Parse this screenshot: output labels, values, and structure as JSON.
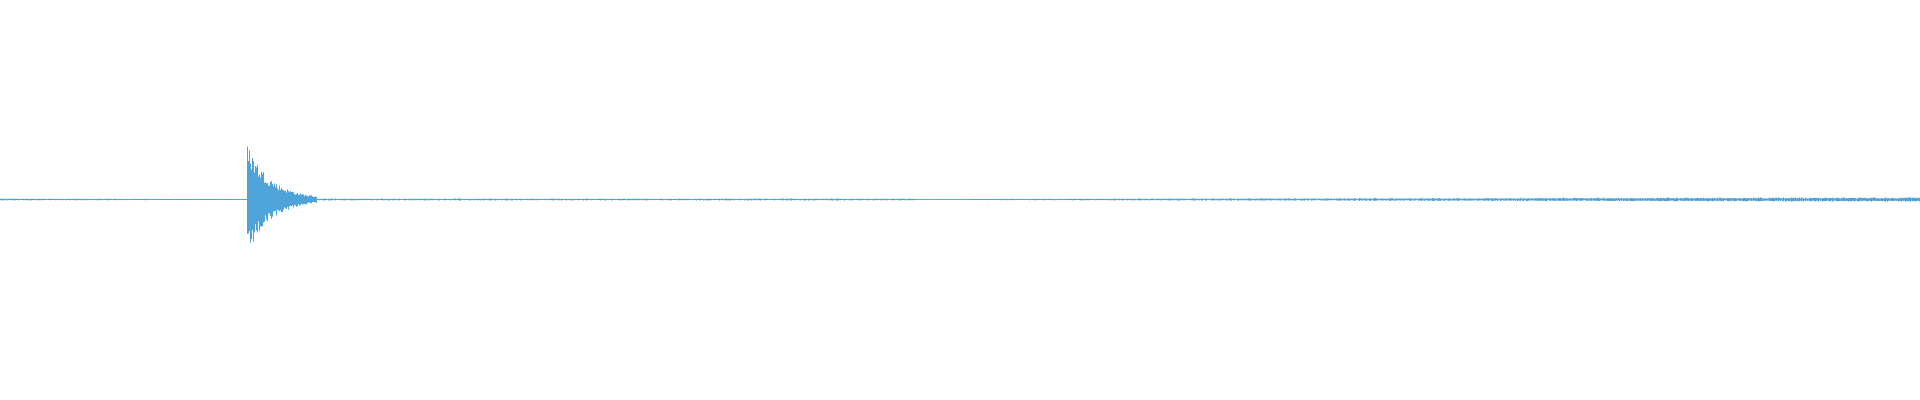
{
  "waveform": {
    "color": "#4ea3d9",
    "background": "#ffffff",
    "description_free": true,
    "transient_position_fraction": 0.129,
    "transient_peak_amplitude": 0.27,
    "transient_decay_fraction": 0.012,
    "noise_level": 0.004,
    "quiet_segment_fraction": [
      0.477,
      0.505
    ],
    "tail_level": 0.01
  }
}
